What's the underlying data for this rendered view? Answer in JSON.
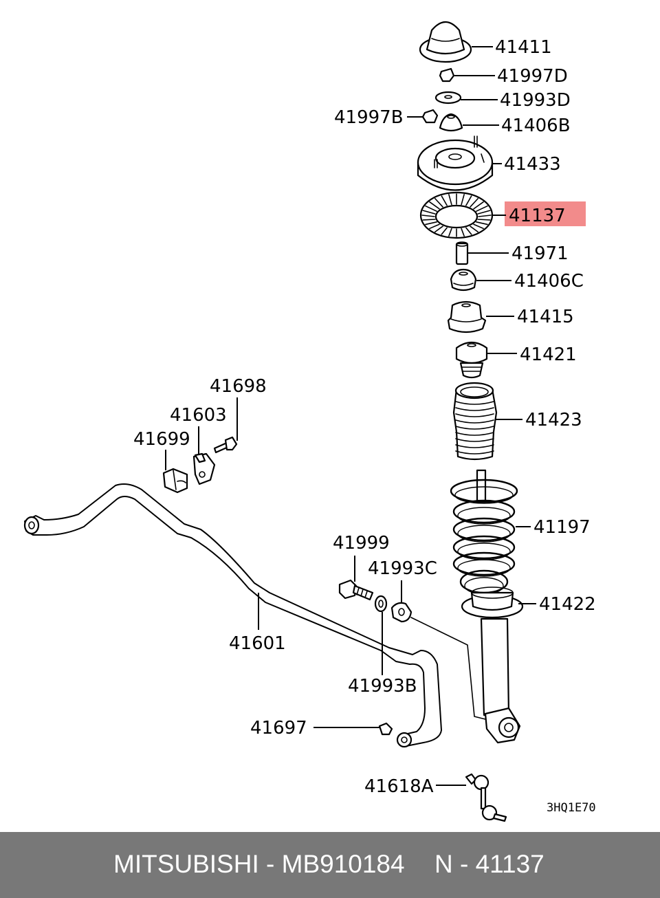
{
  "diagram": {
    "highlight_color": "#f28b8b",
    "highlighted_part": "41137",
    "drawing_code": "3HQ1E70",
    "labels": {
      "p41411": "41411",
      "p41997D": "41997D",
      "p41993D": "41993D",
      "p41997B": "41997B",
      "p41406B": "41406B",
      "p41433": "41433",
      "p41137": "41137",
      "p41971": "41971",
      "p41406C": "41406C",
      "p41415": "41415",
      "p41421": "41421",
      "p41423": "41423",
      "p41197": "41197",
      "p41422": "41422",
      "p41698": "41698",
      "p41603": "41603",
      "p41699": "41699",
      "p41999": "41999",
      "p41993C": "41993C",
      "p41601": "41601",
      "p41993B": "41993B",
      "p41697": "41697",
      "p41618A": "41618A"
    }
  },
  "footer": {
    "background": "#787878",
    "brand_part": "MITSUBISHI - MB910184",
    "ref_number": "N - 41137"
  }
}
